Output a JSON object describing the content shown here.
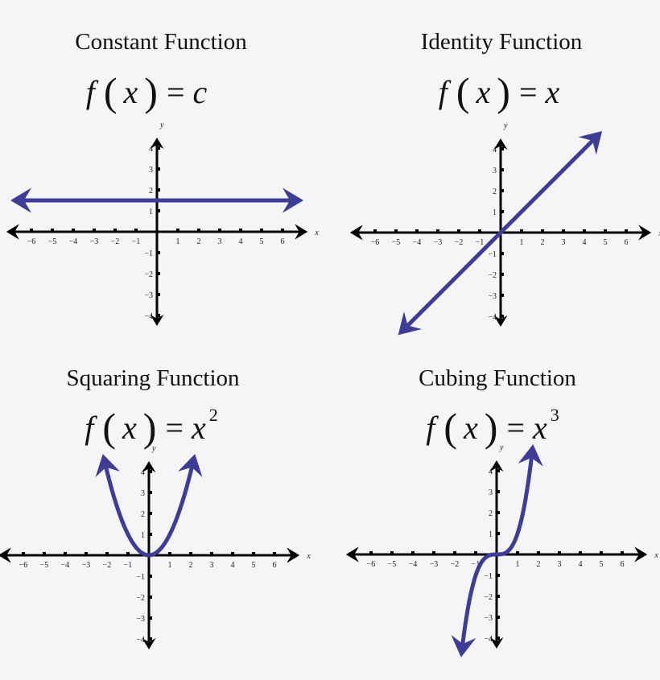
{
  "colors": {
    "curve": "#3d3d96",
    "axes": "#000000",
    "background": "#f5f5f7"
  },
  "chart_data": [
    {
      "type": "line",
      "title": "Constant Function",
      "formula": {
        "name": "f",
        "var": "x",
        "rhs": "c",
        "exp": ""
      },
      "function": "constant",
      "c": 1.5,
      "domain": [
        -7,
        7
      ],
      "xlabel": "x",
      "ylabel": "y",
      "xticks": [
        -6,
        -5,
        -4,
        -3,
        -2,
        -1,
        1,
        2,
        3,
        4,
        5,
        6
      ],
      "yticks": [
        -4,
        -3,
        -2,
        -1,
        1,
        2,
        3,
        4
      ],
      "xlim": [
        -6.5,
        6.5
      ],
      "ylim": [
        -4.3,
        4.3
      ],
      "grid": false,
      "arrows": "both-ends"
    },
    {
      "type": "line",
      "title": "Identity Function",
      "formula": {
        "name": "f",
        "var": "x",
        "rhs": "x",
        "exp": ""
      },
      "function": "identity",
      "domain": [
        -4.9,
        4.85
      ],
      "xlabel": "x",
      "ylabel": "y",
      "xticks": [
        -6,
        -5,
        -4,
        -3,
        -2,
        -1,
        1,
        2,
        3,
        4,
        5,
        6
      ],
      "yticks": [
        -4,
        -3,
        -2,
        -1,
        1,
        2,
        3,
        4
      ],
      "xlim": [
        -6.5,
        6.5
      ],
      "ylim": [
        -4.3,
        4.3
      ],
      "grid": false,
      "arrows": "both-ends"
    },
    {
      "type": "line",
      "title": "Squaring Function",
      "formula": {
        "name": "f",
        "var": "x",
        "rhs": "x",
        "exp": "2"
      },
      "function": "square",
      "domain": [
        -2.2,
        2.2
      ],
      "xlabel": "x",
      "ylabel": "y",
      "xticks": [
        -6,
        -5,
        -4,
        -3,
        -2,
        -1,
        1,
        2,
        3,
        4,
        5,
        6
      ],
      "yticks": [
        -4,
        -3,
        -2,
        -1,
        1,
        2,
        3,
        4
      ],
      "xlim": [
        -6.5,
        6.5
      ],
      "ylim": [
        -4.3,
        4.3
      ],
      "grid": false,
      "arrows": "both-ends"
    },
    {
      "type": "line",
      "title": "Cubing Function",
      "formula": {
        "name": "f",
        "var": "x",
        "rhs": "x",
        "exp": "3"
      },
      "function": "cube",
      "domain": [
        -1.7,
        1.74
      ],
      "xlabel": "x",
      "ylabel": "y",
      "xticks": [
        -6,
        -5,
        -4,
        -3,
        -2,
        -1,
        1,
        2,
        3,
        4,
        5,
        6
      ],
      "yticks": [
        -4,
        -3,
        -2,
        -1,
        1,
        2,
        3,
        4
      ],
      "xlim": [
        -6.5,
        6.5
      ],
      "ylim": [
        -4.3,
        4.3
      ],
      "grid": false,
      "arrows": "both-ends"
    }
  ]
}
